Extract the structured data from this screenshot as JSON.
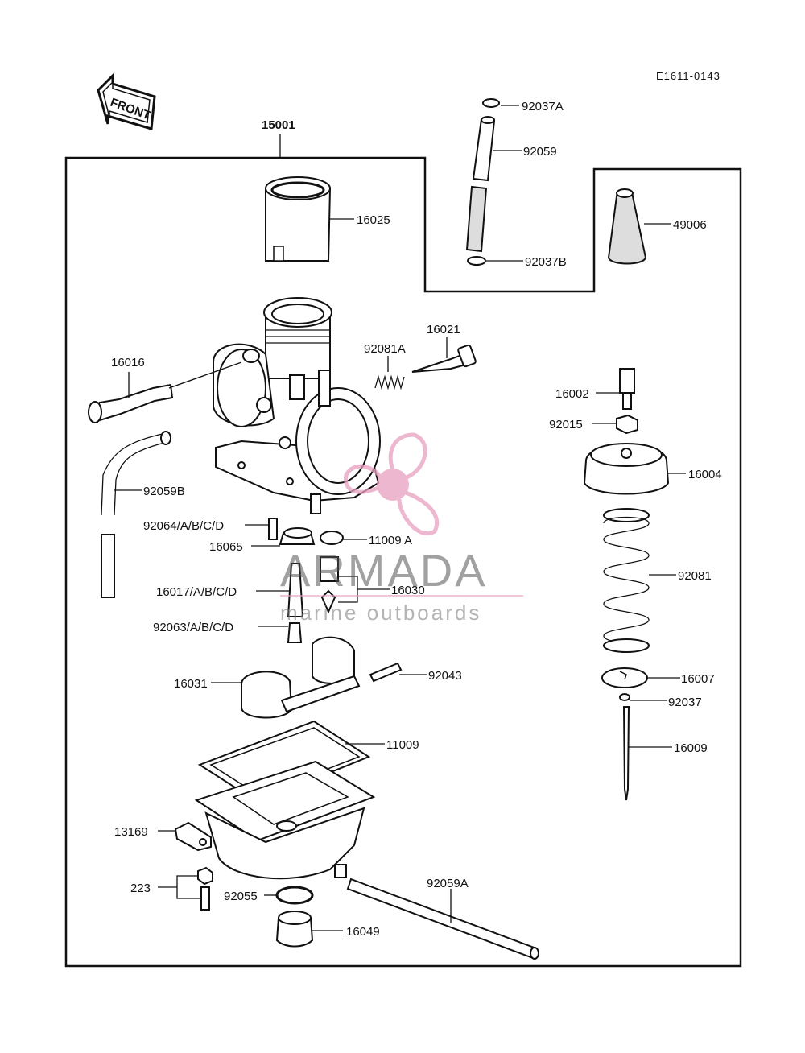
{
  "diagram_code": "E1611-0143",
  "front_arrow": {
    "label": "FRONT",
    "icon": "front-arrow-icon"
  },
  "assembly_label": "15001",
  "parts": {
    "p92037A": "92037A",
    "p92059": "92059",
    "p92037B": "92037B",
    "p16025": "16025",
    "p49006": "49006",
    "p16021": "16021",
    "p92081A": "92081A",
    "p16016": "16016",
    "p16002": "16002",
    "p92015": "92015",
    "p16004": "16004",
    "p92059B": "92059B",
    "p92064": "92064/A/B/C/D",
    "p11009A": "11009 A",
    "p16065": "16065",
    "p92081": "92081",
    "p16017": "16017/A/B/C/D",
    "p16030": "16030",
    "p92063": "92063/A/B/C/D",
    "p92043": "92043",
    "p16007": "16007",
    "p16031": "16031",
    "p92037": "92037",
    "p11009": "11009",
    "p16009": "16009",
    "p13169": "13169",
    "p223": "223",
    "p92055": "92055",
    "p92059A": "92059A",
    "p16049": "16049"
  },
  "watermark": {
    "brand": "ARMADA",
    "tagline": "marine outboards",
    "accent_color": "#e8a0c0",
    "icon": "propeller-logo-icon"
  }
}
